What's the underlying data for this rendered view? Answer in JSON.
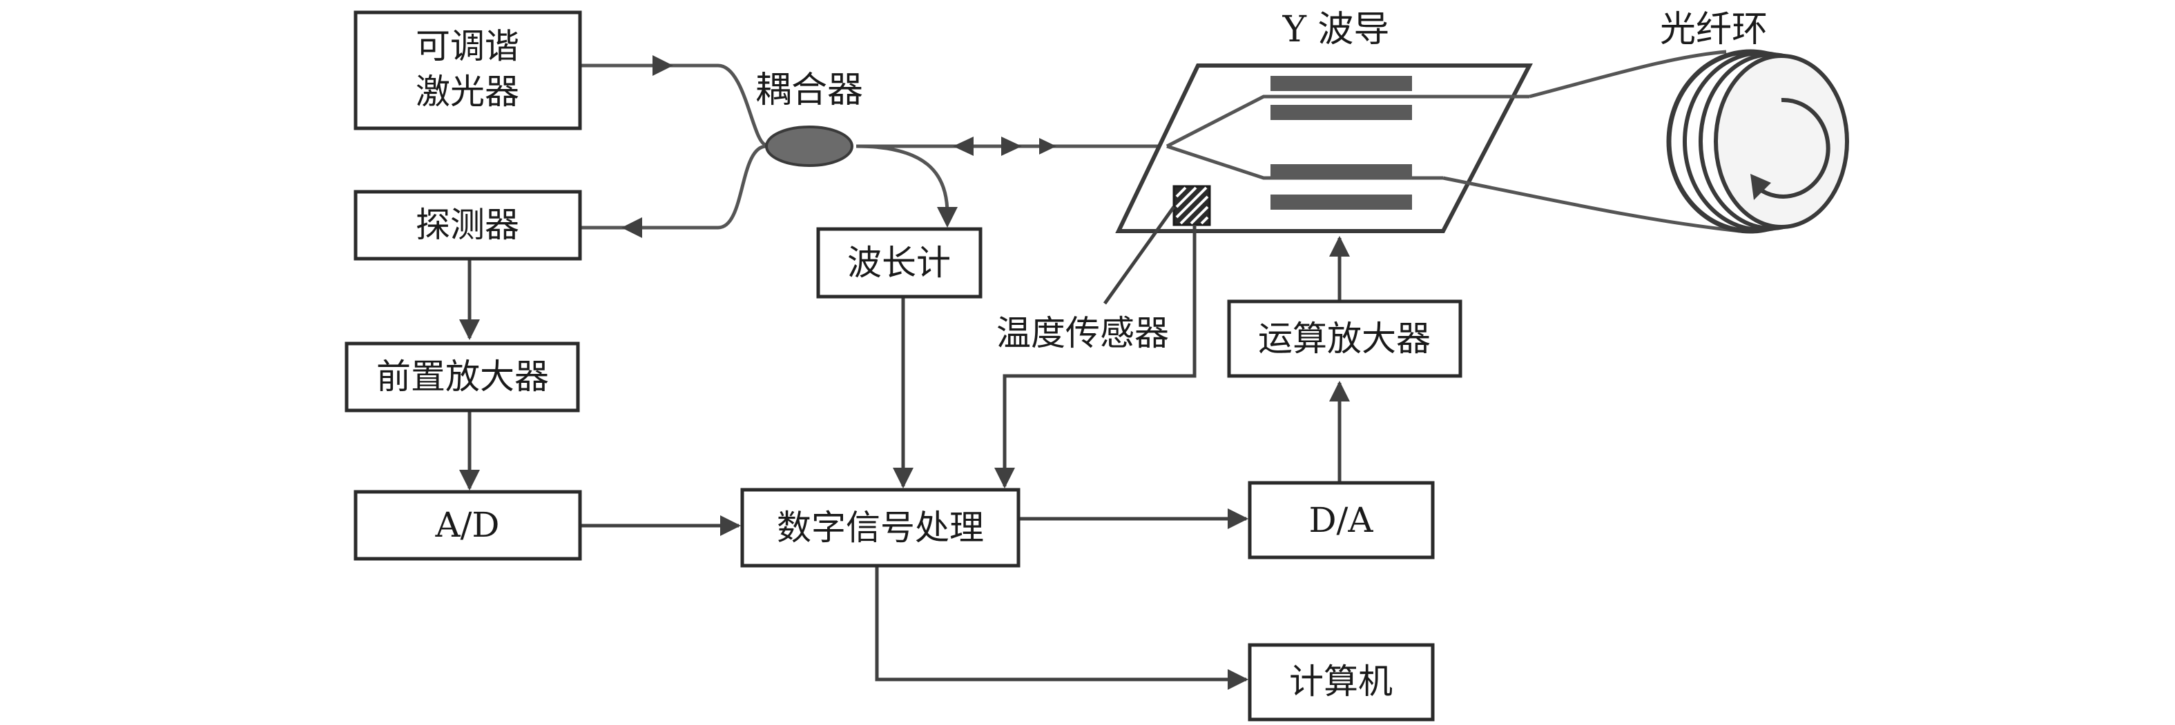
{
  "boxes": {
    "laser_line1": "可调谐",
    "laser_line2": "激光器",
    "detector": "探测器",
    "preamp": "前置放大器",
    "adc": "A/D",
    "wavemeter": "波长计",
    "dsp": "数字信号处理",
    "dac": "D/A",
    "opamp": "运算放大器",
    "computer": "计算机"
  },
  "labels": {
    "coupler": "耦合器",
    "y_waveguide": "Y 波导",
    "fiber_coil": "光纤环",
    "temp_sensor": "温度传感器"
  }
}
